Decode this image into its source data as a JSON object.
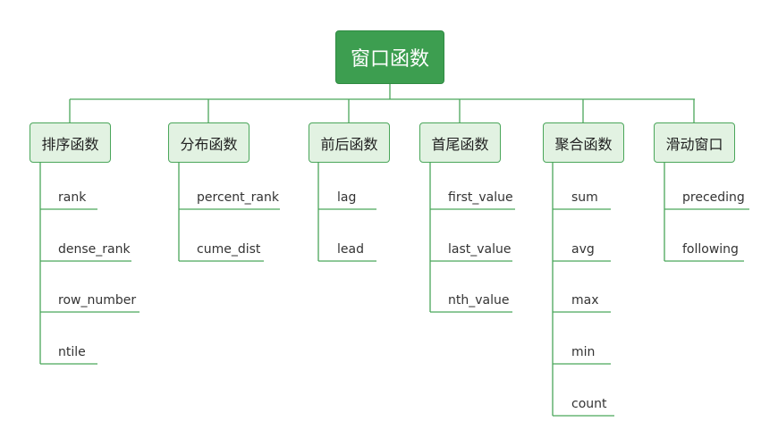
{
  "root": {
    "label": "窗口函数"
  },
  "categories": [
    {
      "label": "排序函数",
      "items": [
        "rank",
        "dense_rank",
        "row_number",
        "ntile"
      ]
    },
    {
      "label": "分布函数",
      "items": [
        "percent_rank",
        "cume_dist"
      ]
    },
    {
      "label": "前后函数",
      "items": [
        "lag",
        "lead"
      ]
    },
    {
      "label": "首尾函数",
      "items": [
        "first_value",
        "last_value",
        "nth_value"
      ]
    },
    {
      "label": "聚合函数",
      "items": [
        "sum",
        "avg",
        "max",
        "min",
        "count"
      ]
    },
    {
      "label": "滑动窗口",
      "items": [
        "preceding",
        "following"
      ]
    }
  ],
  "colors": {
    "root_fill": "#3d9e50",
    "category_fill": "#e2f2e2",
    "line": "#4aa65a"
  }
}
